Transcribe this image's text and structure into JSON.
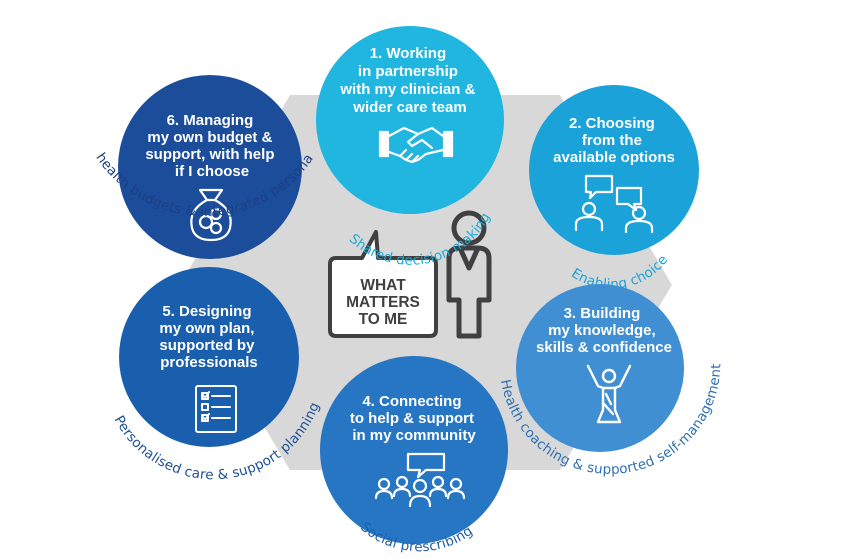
{
  "center": {
    "lines": [
      "WHAT",
      "MATTERS",
      "TO ME"
    ]
  },
  "components": [
    {
      "number": "1.",
      "lines": [
        "Working",
        "in partnership",
        "with my clinician &",
        "wider care team"
      ],
      "label": "Shared decision making",
      "icon": "handshake-icon",
      "color": "#20b6e0",
      "label_color": "#1fa9d6"
    },
    {
      "number": "2.",
      "lines": [
        "Choosing",
        "from the",
        "available options"
      ],
      "label": "Enabling choice",
      "icon": "group-discussion-icon",
      "color": "#1ba2d8",
      "label_color": "#1ba2d8"
    },
    {
      "number": "3.",
      "lines": [
        "Building",
        "my knowledge,",
        "skills & confidence"
      ],
      "label": "Health coaching & supported self-management",
      "icon": "raised-arms-person-icon",
      "color": "#3f8fd2",
      "label_color": "#2f6fb3"
    },
    {
      "number": "4.",
      "lines": [
        "Connecting",
        "to help & support",
        "in my community"
      ],
      "label": "Social prescribing",
      "icon": "community-group-icon",
      "color": "#2676c4",
      "label_color": "#1e5fa8"
    },
    {
      "number": "5.",
      "lines": [
        "Designing",
        "my own plan,",
        "supported by",
        "professionals"
      ],
      "label": "Personalised care & support planning",
      "icon": "checklist-icon",
      "color": "#1a5eae",
      "label_color": "#1c4f96"
    },
    {
      "number": "6.",
      "lines": [
        "Managing",
        "my own budget &",
        "support, with help",
        "if I choose"
      ],
      "label": "Personal health budgets & integrated personal budgets",
      "icon": "money-bag-icon",
      "color": "#1b4d9b",
      "label_color": "#1c3f86"
    }
  ]
}
